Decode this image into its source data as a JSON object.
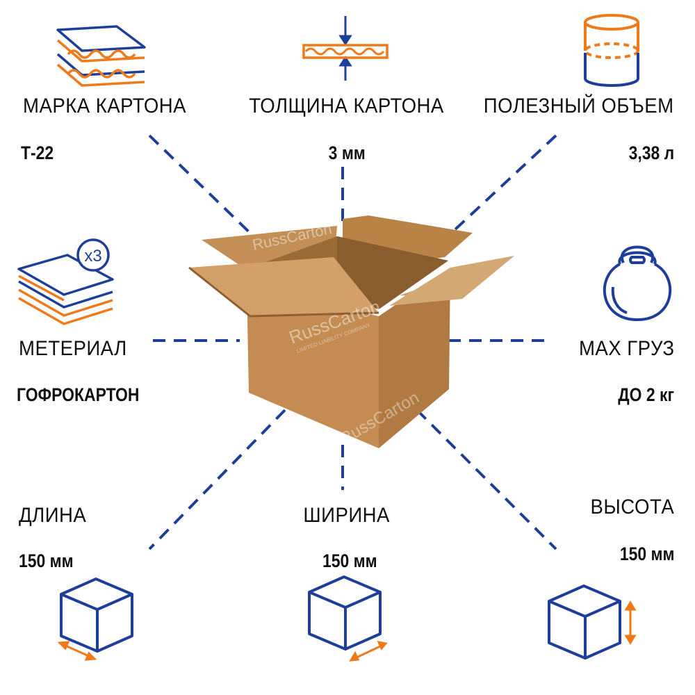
{
  "colors": {
    "blue": "#1d3f9a",
    "orange": "#f07a1a",
    "cardboard": "#c8955d",
    "cardboard_dark": "#a9743f",
    "text": "#111111"
  },
  "specs": {
    "brand": {
      "label": "МАРКА КАРТОНА",
      "value": "Т-22",
      "icon": "layered-cardboard-icon"
    },
    "thickness": {
      "label": "ТОЛЩИНА КАРТОНА",
      "value": "3 мм",
      "icon": "thickness-icon"
    },
    "volume": {
      "label": "ПОЛЕЗНЫЙ ОБЪЕМ",
      "value": "3,38 л",
      "icon": "cylinder-volume-icon"
    },
    "material": {
      "label": "МЕТЕРИАЛ",
      "value": "ГОФРОКАРТОН",
      "icon": "sheets-x3-icon",
      "badge": "x3"
    },
    "max_load": {
      "label": "MAX ГРУЗ",
      "value": "ДО 2  кг",
      "icon": "kettlebell-icon"
    },
    "length": {
      "label": "ДЛИНА",
      "value": "150 мм",
      "icon": "cube-length-icon"
    },
    "width": {
      "label": "ШИРИНА",
      "value": "150 мм",
      "icon": "cube-width-icon"
    },
    "height": {
      "label": "ВЫСОТА",
      "value": "150 мм",
      "icon": "cube-height-icon"
    }
  },
  "box": {
    "watermark": "RussCarton",
    "watermark_sub": "LIMITED LIABILITY COMPANY"
  }
}
